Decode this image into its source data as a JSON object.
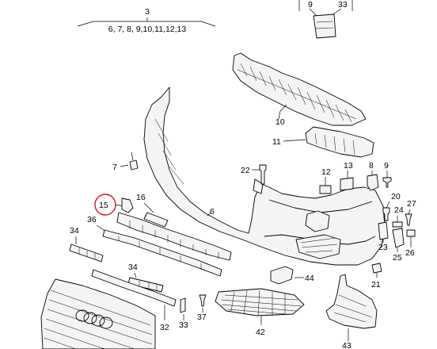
{
  "callouts": {
    "c3": "3",
    "c3_list": "6, 7, 8, 9,10,11,12,13",
    "c9_top": "9",
    "c33_top": "33",
    "c10": "10",
    "c11": "11",
    "c22": "22",
    "c12": "12",
    "c13": "13",
    "c8": "8",
    "c9": "9",
    "c7": "7",
    "c6": "6",
    "c15": "15",
    "c16": "16",
    "c36": "36",
    "c34a": "34",
    "c34b": "34",
    "c20": "20",
    "c24": "24",
    "c27": "27",
    "c23": "23",
    "c25": "25",
    "c26": "26",
    "c21": "21",
    "c44": "44",
    "c37": "37",
    "c32": "32",
    "c33": "33",
    "c42": "42",
    "c43": "43"
  },
  "highlight_color": "#d01818"
}
